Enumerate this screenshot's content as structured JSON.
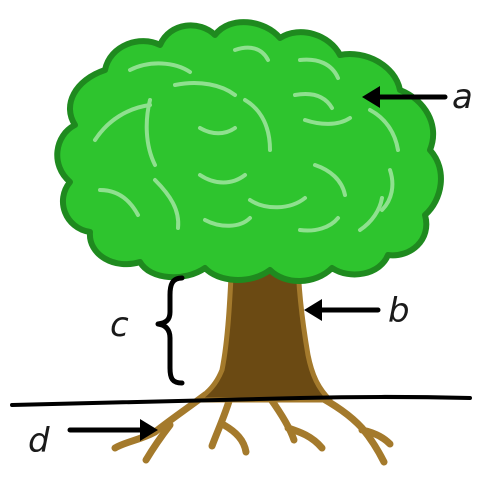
{
  "diagram": {
    "labels": {
      "a": "a",
      "b": "b",
      "c": "c",
      "d": "d"
    }
  },
  "colors": {
    "canopy_fill": "#2ec42e",
    "canopy_outline": "#1f8a1f",
    "canopy_highlight": "#8fe08f",
    "trunk_fill": "#6b4a13",
    "trunk_outline": "#a47a2c",
    "roots": "#a47a2c",
    "ground_line": "#000000",
    "ink": "#1a1a1a"
  }
}
